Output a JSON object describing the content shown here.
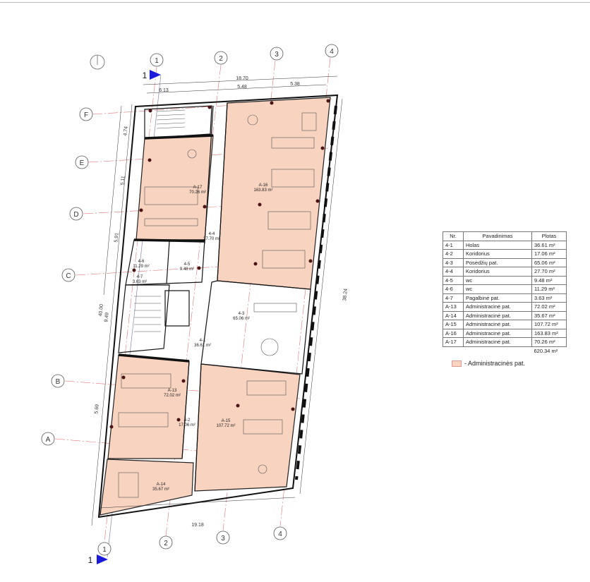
{
  "colors": {
    "admin_fill": "#f7d3c0",
    "section_marker": "#1a1adb",
    "grid_line": "#d66",
    "wall": "#111"
  },
  "grid_axes": {
    "numbers": [
      "1",
      "2",
      "3",
      "4"
    ],
    "letters": [
      "F",
      "E",
      "D",
      "C",
      "B",
      "A"
    ]
  },
  "section_marker": "1",
  "dimensions": {
    "top_total": "18.70",
    "top_segments": [
      "6.13",
      "5.48",
      "5.38"
    ],
    "left_total": "40.00",
    "left_segments": [
      "4.74",
      "5.11",
      "5.91",
      "9.49",
      "5.69"
    ],
    "right_total": "38.24",
    "bottom_total": "19.18"
  },
  "rooms": [
    {
      "id": "A-17",
      "area": "70.26 m²"
    },
    {
      "id": "A-16",
      "area": "163.83 m²"
    },
    {
      "id": "4-4",
      "area": "27.70 m²"
    },
    {
      "id": "4-6",
      "area": "11.29 m²"
    },
    {
      "id": "4-5",
      "area": "9.48 m²"
    },
    {
      "id": "4-7",
      "area": "3.63 m²"
    },
    {
      "id": "4-3",
      "area": "65.06 m²"
    },
    {
      "id": "4-1",
      "area": "36.61 m²"
    },
    {
      "id": "A-13",
      "area": "72.02 m²"
    },
    {
      "id": "4-2",
      "area": "17.06 m²"
    },
    {
      "id": "A-15",
      "area": "107.72 m²"
    },
    {
      "id": "A-14",
      "area": "35.67 m²"
    }
  ],
  "area_table": {
    "headers": [
      "Nr.",
      "Pavadinimas",
      "Plotas"
    ],
    "rows": [
      [
        "4-1",
        "Holas",
        "36.61 m²"
      ],
      [
        "4-2",
        "Koridorius",
        "17.06 m²"
      ],
      [
        "4-3",
        "Posėdžių pat.",
        "65.06 m²"
      ],
      [
        "4-4",
        "Koridorius",
        "27.70 m²"
      ],
      [
        "4-5",
        "wc",
        "9.48 m²"
      ],
      [
        "4-6",
        "wc",
        "11.29 m²"
      ],
      [
        "4-7",
        "Pagalbinė pat.",
        "3.63 m²"
      ],
      [
        "A-13",
        "Administracinė pat.",
        "72.02 m²"
      ],
      [
        "A-14",
        "Administracinė pat.",
        "35.67 m²"
      ],
      [
        "A-15",
        "Administracinė pat.",
        "107.72 m²"
      ],
      [
        "A-16",
        "Administracinė pat.",
        "163.83 m²"
      ],
      [
        "A-17",
        "Administracinė pat.",
        "70.26 m²"
      ]
    ],
    "total": "620.34 m²"
  },
  "legend": {
    "label": "- Administracinės pat."
  }
}
